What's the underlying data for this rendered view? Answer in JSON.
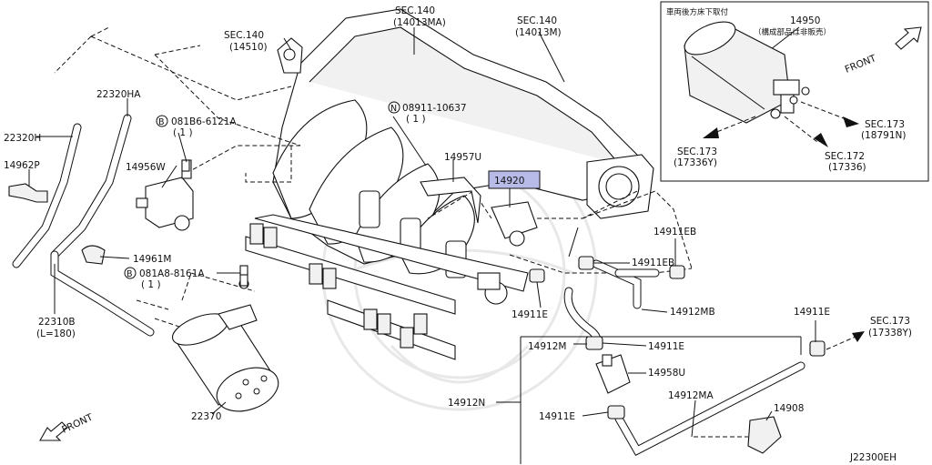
{
  "diagram_id": "J22300EH",
  "highlight_color": "#b8bbe8",
  "inset": {
    "header": "車両後方床下取付",
    "part_number": "14950",
    "note": "（構成部品は非販売）",
    "front_label": "FRONT",
    "refs": [
      {
        "sec": "SEC.173",
        "code": "(18791N)"
      },
      {
        "sec": "SEC.173",
        "code": "(17336Y)"
      },
      {
        "sec": "SEC.172",
        "code": "(17336)"
      }
    ]
  },
  "front_label": "FRONT",
  "labels": [
    {
      "id": "sec140-14510",
      "line1": "SEC.140",
      "line2": "(14510)"
    },
    {
      "id": "sec140-14013ma",
      "line1": "SEC.140",
      "line2": "(14013MA)"
    },
    {
      "id": "sec140-14013m",
      "line1": "SEC.140",
      "line2": "(14013M)"
    },
    {
      "id": "22320ha",
      "line1": "22320HA"
    },
    {
      "id": "081b6",
      "badge": "B",
      "line1": "081B6-6121A",
      "line2": "( 1 )"
    },
    {
      "id": "22320h",
      "line1": "22320H"
    },
    {
      "id": "14962p",
      "line1": "14962P"
    },
    {
      "id": "14956w",
      "line1": "14956W"
    },
    {
      "id": "08911",
      "badge": "N",
      "line1": "08911-10637",
      "line2": "( 1 )"
    },
    {
      "id": "14957u",
      "line1": "14957U"
    },
    {
      "id": "14920",
      "line1": "14920"
    },
    {
      "id": "14961m",
      "line1": "14961M"
    },
    {
      "id": "081a8",
      "badge": "B",
      "line1": "081A8-8161A",
      "line2": "( 1 )"
    },
    {
      "id": "22310b",
      "line1": "22310B",
      "line2": "(L=180)"
    },
    {
      "id": "22370",
      "line1": "22370"
    },
    {
      "id": "14911eb-1",
      "line1": "14911EB"
    },
    {
      "id": "14911eb-2",
      "line1": "14911EB"
    },
    {
      "id": "14911e-1",
      "line1": "14911E"
    },
    {
      "id": "14912mb",
      "line1": "14912MB"
    },
    {
      "id": "14911e-2",
      "line1": "14911E"
    },
    {
      "id": "sec173-17338y",
      "line1": "SEC.173",
      "line2": "(17338Y)"
    },
    {
      "id": "14912m",
      "line1": "14912M"
    },
    {
      "id": "14911e-3",
      "line1": "14911E"
    },
    {
      "id": "14958u",
      "line1": "14958U"
    },
    {
      "id": "14912n",
      "line1": "14912N"
    },
    {
      "id": "14912ma",
      "line1": "14912MA"
    },
    {
      "id": "14911e-4",
      "line1": "14911E"
    },
    {
      "id": "14908",
      "line1": "14908"
    }
  ]
}
